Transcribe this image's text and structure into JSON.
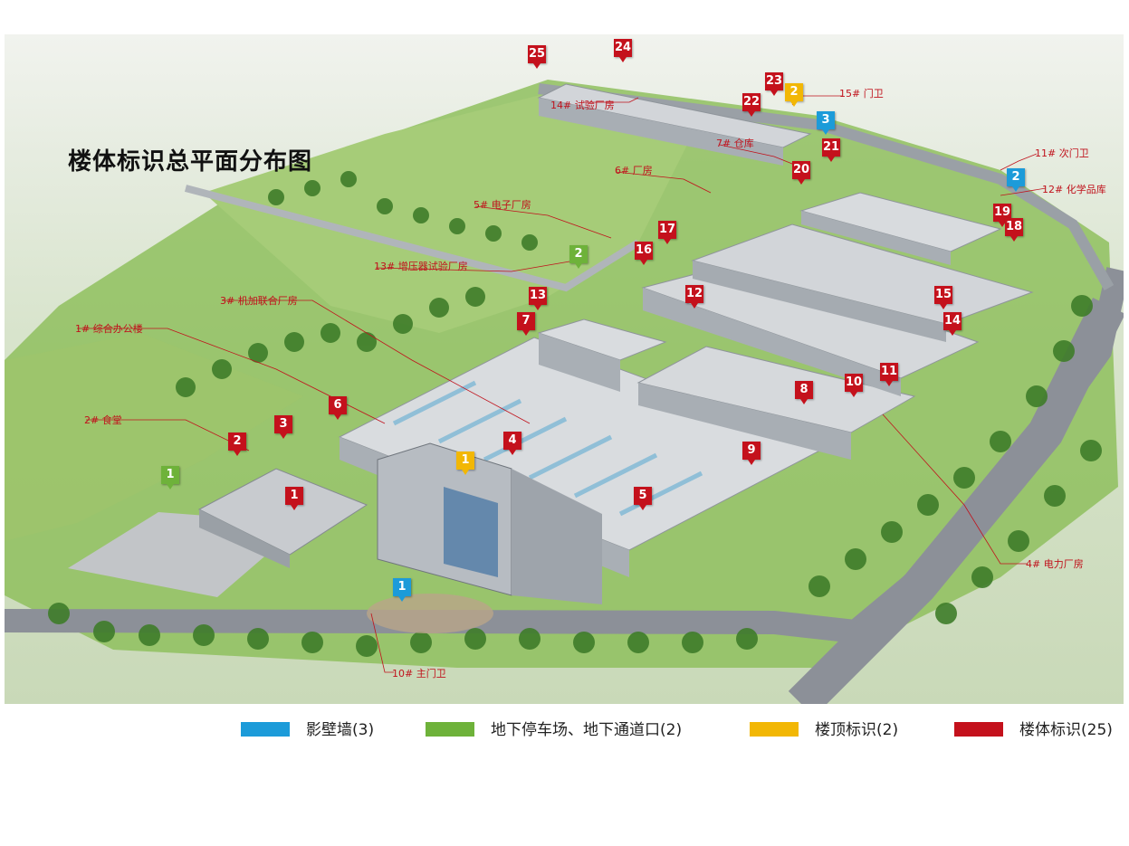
{
  "title": "楼体标识总平面分布图",
  "callouts": [
    {
      "text": "15#  门卫"
    },
    {
      "text": "14#  试验厂房"
    },
    {
      "text": "7#  仓库"
    },
    {
      "text": "11#  次门卫"
    },
    {
      "text": "6#  厂房"
    },
    {
      "text": "12#  化学品库"
    },
    {
      "text": "5#  电子厂房"
    },
    {
      "text": "13#  增压器试验厂房"
    },
    {
      "text": "3#  机加联合厂房"
    },
    {
      "text": "1#  综合办公楼"
    },
    {
      "text": "2#  食堂"
    },
    {
      "text": "4#  电力厂房"
    },
    {
      "text": "10#  主门卫"
    }
  ],
  "markers": {
    "red": [
      "25",
      "24",
      "23",
      "22",
      "21",
      "20",
      "19",
      "18",
      "17",
      "16",
      "15",
      "14",
      "13",
      "12",
      "11",
      "10",
      "9",
      "8",
      "7",
      "6",
      "5",
      "4",
      "3",
      "2",
      "1"
    ],
    "blue": [
      "3",
      "2",
      "1"
    ],
    "green": [
      "2",
      "1"
    ],
    "yellow": [
      "2",
      "1"
    ]
  },
  "legend": [
    {
      "label": "影壁墙(3)",
      "color": "#1c9bd9"
    },
    {
      "label": "地下停车场、地下通道口(2)",
      "color": "#6eb23a"
    },
    {
      "label": "楼顶标识(2)",
      "color": "#f2b705"
    },
    {
      "label": "楼体标识(25)",
      "color": "#c4111c"
    }
  ]
}
